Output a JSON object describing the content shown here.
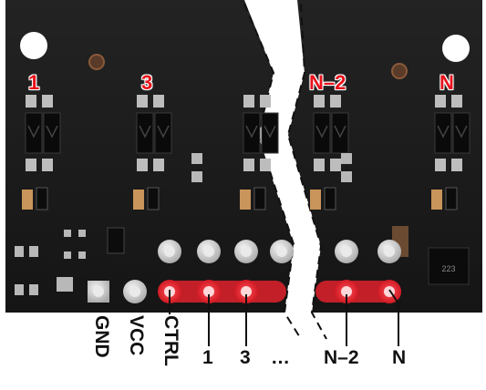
{
  "channel_labels": [
    "1",
    "3",
    "N–2",
    "N"
  ],
  "pin_labels_vertical": [
    "GND",
    "VCC",
    "CTRL"
  ],
  "pin_labels_horizontal": [
    "1",
    "3",
    "…",
    "N–2",
    "N"
  ],
  "component_marking": "223",
  "colors": {
    "board": "#1c1c1c",
    "pad_red": "#e0212b",
    "label_red": "#e8101a",
    "pad_silver": "#cfcfcf"
  }
}
